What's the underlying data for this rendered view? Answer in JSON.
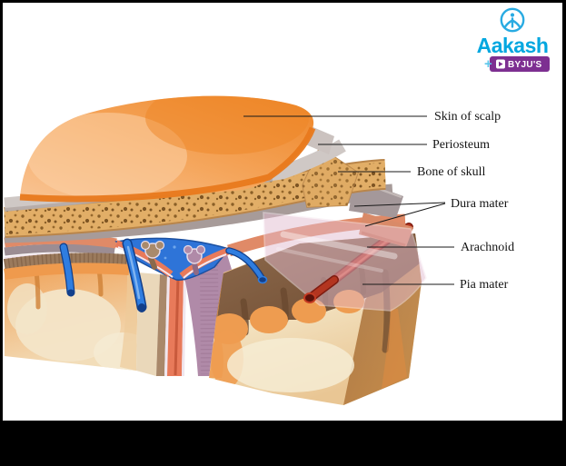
{
  "logo": {
    "brand": "Aakash",
    "plus": "+",
    "sub_brand": "BYJU'S",
    "brand_color": "#00a7e0",
    "badge_color": "#7d2f91",
    "icon": "aakash-circle-figure"
  },
  "diagram": {
    "type": "anatomical-diagram",
    "labels": [
      {
        "text": "Skin of scalp"
      },
      {
        "text": "Periosteum"
      },
      {
        "text": "Bone of skull"
      },
      {
        "text": "Dura mater"
      },
      {
        "text": "Arachnoid"
      },
      {
        "text": "Pia mater"
      }
    ],
    "colors": {
      "skin": "#f08a2c",
      "periosteum": "#cfc8c5",
      "bone": "#e2ae67",
      "dura_outer": "#a79b99",
      "dura_inner": "#e08a67",
      "arachnoid": "#e3bcd0",
      "pia_cortex": "#9b7a5c",
      "brain_gyri": "#ef9a4d",
      "white_matter": "#f3e5c8",
      "venous_sinus": "#2e74d8",
      "falx": "#e87a5a",
      "membrane_purple": "#b08aa8",
      "vessel_red": "#b33520",
      "vessel_blue": "#2f7de0",
      "frame": "#000000",
      "canvas": "#ffffff"
    }
  }
}
